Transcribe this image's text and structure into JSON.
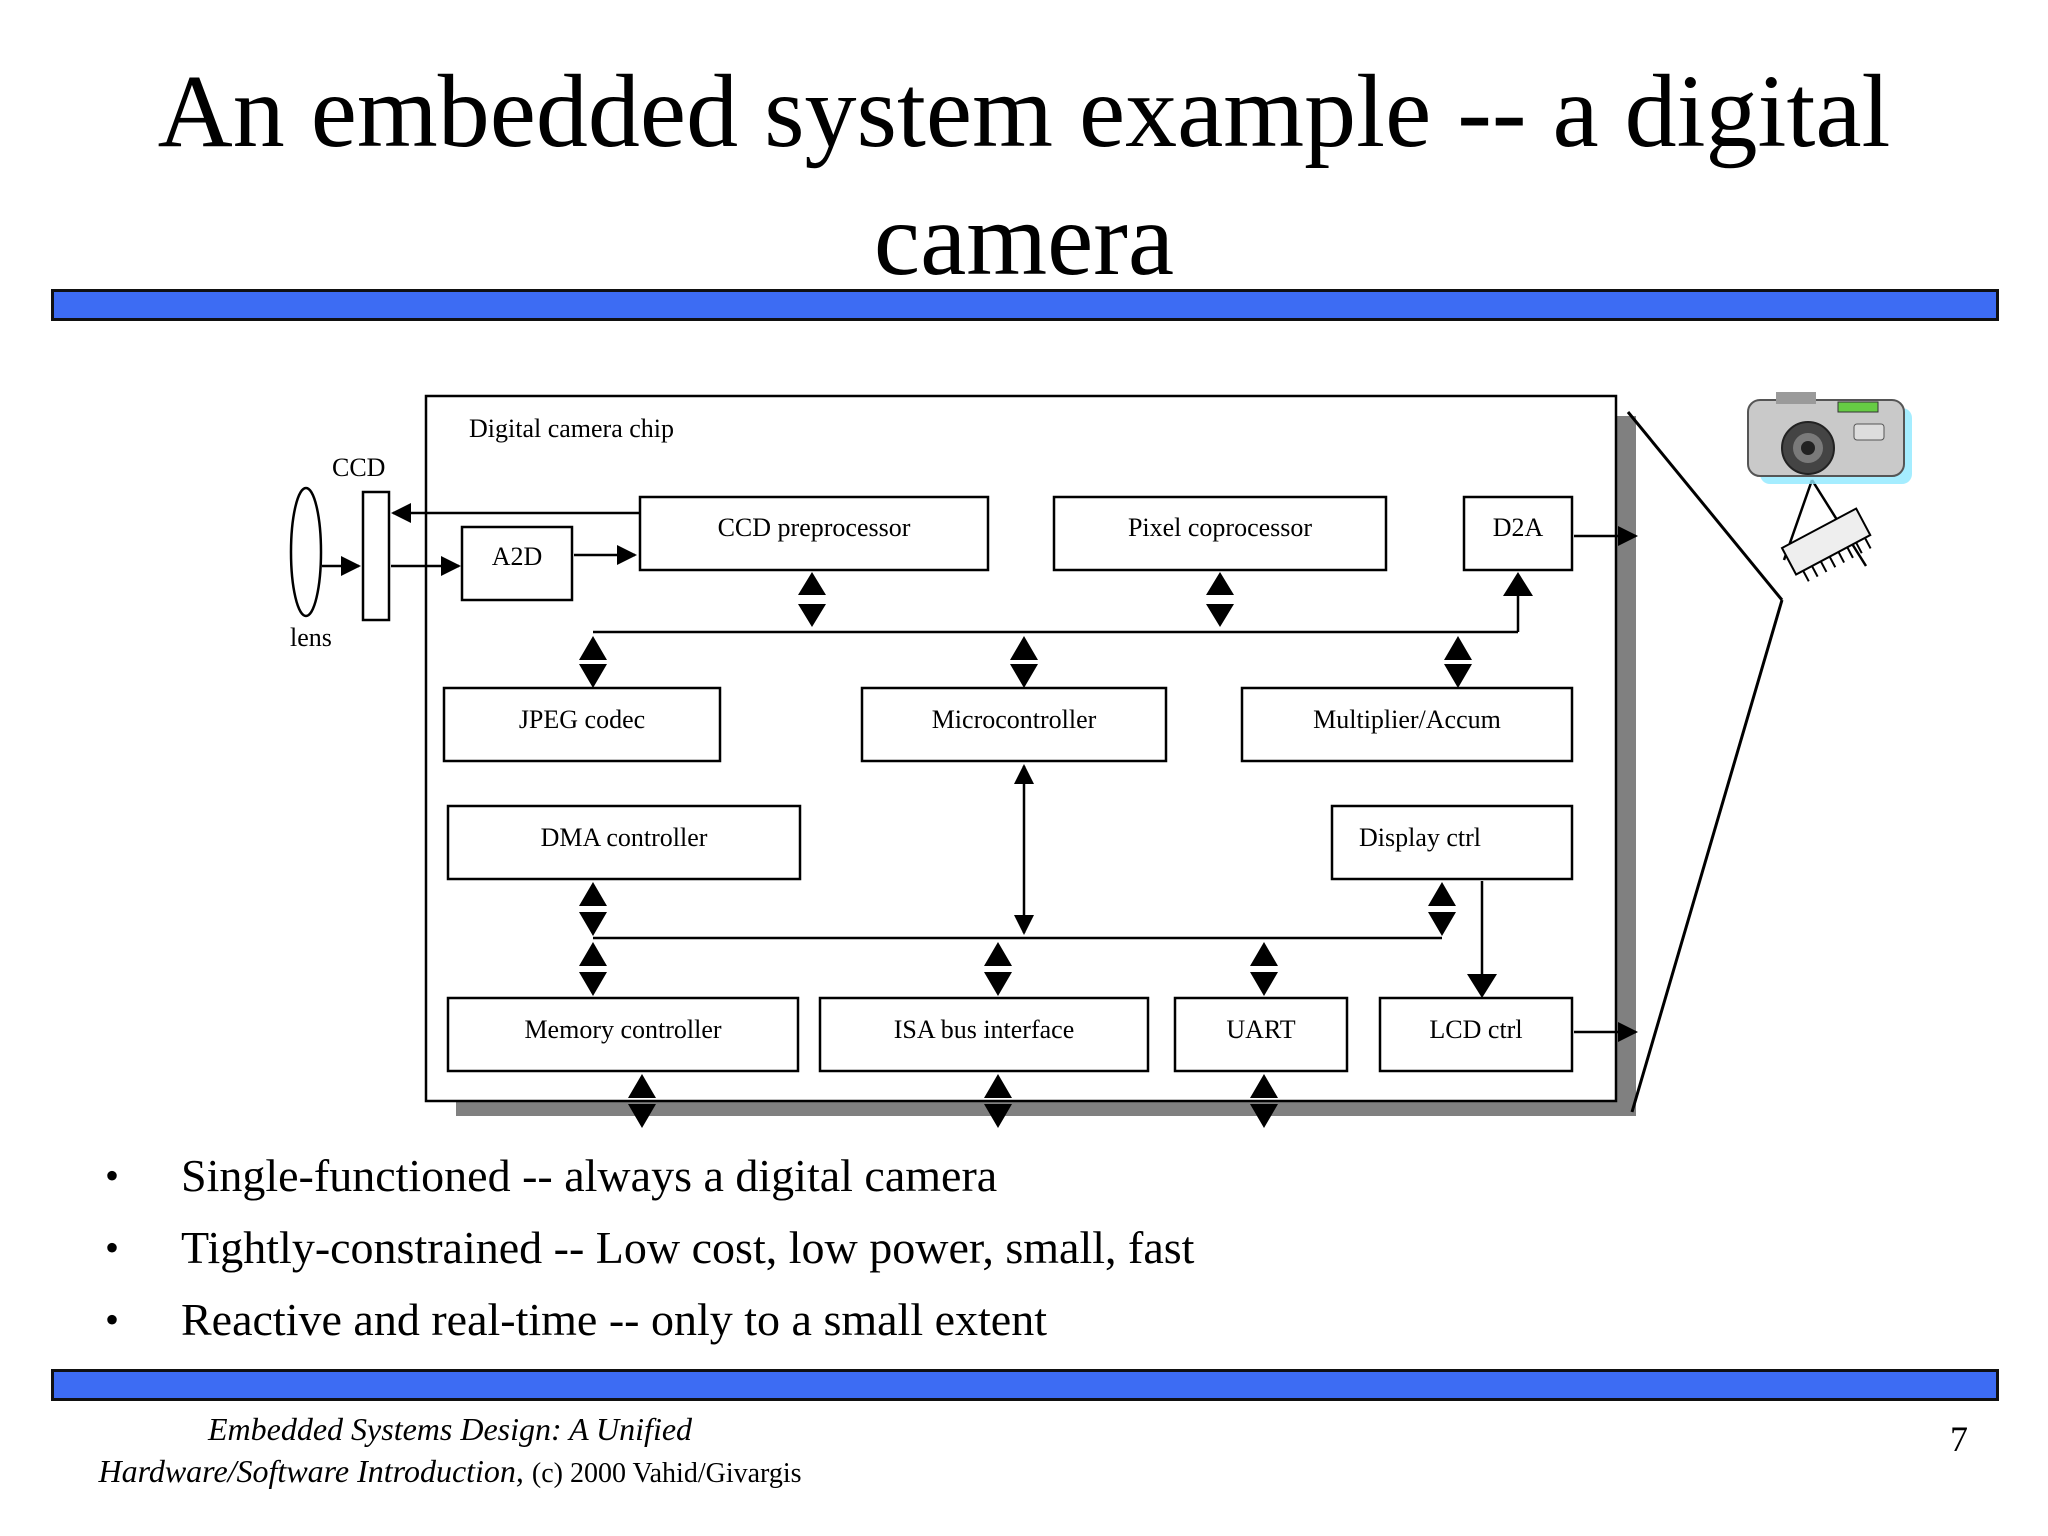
{
  "slide": {
    "title_line1": "An embedded system example -- a digital",
    "title_line2": "camera",
    "page_number": "7"
  },
  "diagram": {
    "chip_label": "Digital camera chip",
    "ccd_label": "CCD",
    "lens_label": "lens",
    "blocks": {
      "a2d": "A2D",
      "ccd_preprocessor": "CCD preprocessor",
      "pixel_coprocessor": "Pixel coprocessor",
      "d2a": "D2A",
      "jpeg_codec": "JPEG codec",
      "microcontroller": "Microcontroller",
      "multiplier_accum": "Multiplier/Accum",
      "dma_controller": "DMA controller",
      "display_ctrl": "Display ctrl",
      "memory_controller": "Memory controller",
      "isa_bus_interface": "ISA bus interface",
      "uart": "UART",
      "lcd_ctrl": "LCD ctrl"
    },
    "icons": [
      "camera-icon",
      "chip-icon"
    ]
  },
  "bullets": [
    "Single-functioned -- always a digital camera",
    "Tightly-constrained -- Low cost, low power, small, fast",
    "Reactive and real-time -- only to a small extent"
  ],
  "footer": {
    "line1": "Embedded Systems Design: A Unified",
    "line2_italic": "Hardware/Software Introduction,",
    "line2_plain": "(c) 2000 Vahid/Givargis"
  },
  "colors": {
    "accent_bar": "#3d6cf3",
    "chip_shadow": "#808080"
  }
}
